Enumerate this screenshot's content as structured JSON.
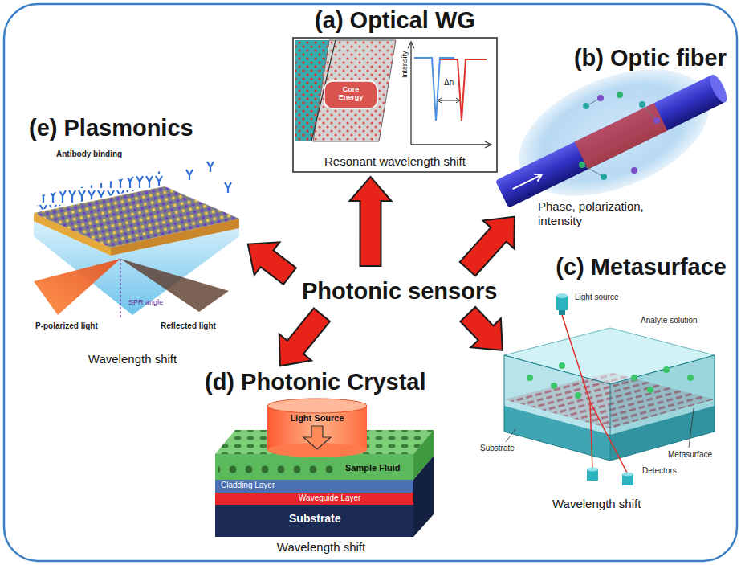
{
  "diagram": {
    "nodes": [
      {
        "text": [
          "(a) Optical WG",
          "Resonant wavelength shift"
        ]
      },
      {
        "text": [
          "(b) Optic fiber",
          "Phase, polarization, intensity"
        ]
      },
      {
        "text": [
          "(e) Plasmonics",
          "Wavelength shift"
        ]
      },
      {
        "text": [
          "Photonic sensors"
        ]
      },
      {
        "text": [
          "(c) Metasurface",
          "Wavelength shift"
        ]
      },
      {
        "text": [
          "(d) Photonic Crystal",
          "Wavelength shift"
        ]
      }
    ],
    "edges": [
      {
        "from": 3,
        "to": 0,
        "arrow": "to"
      },
      {
        "from": 3,
        "to": 1,
        "arrow": "to"
      },
      {
        "from": 3,
        "to": 2,
        "arrow": "to"
      },
      {
        "from": 3,
        "to": 4,
        "arrow": "to"
      },
      {
        "from": 3,
        "to": 5,
        "arrow": "to"
      }
    ],
    "labels": [
      "Core Energy",
      "Intensity",
      "Δn",
      "Antibody binding",
      "P-polarized light",
      "Reflected light",
      "SPR angle",
      "Light source",
      "Analyte solution",
      "Substrate",
      "Metasurface",
      "Detectors",
      "Light Source",
      "Sample Fluid",
      "Cladding Layer",
      "Waveguide Layer",
      "Substrate"
    ]
  }
}
